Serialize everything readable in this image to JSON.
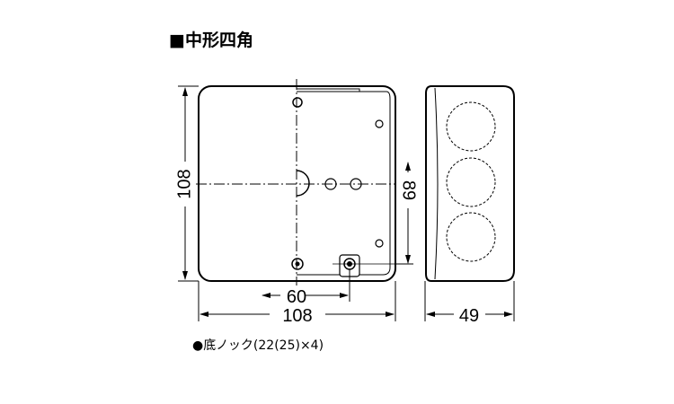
{
  "title": "■中形四角",
  "caption": "●底ノック(22(25)×4)",
  "dimensions": {
    "height": "108",
    "width": "108",
    "mount_horizontal": "60",
    "mount_vertical": "89",
    "depth": "49"
  }
}
